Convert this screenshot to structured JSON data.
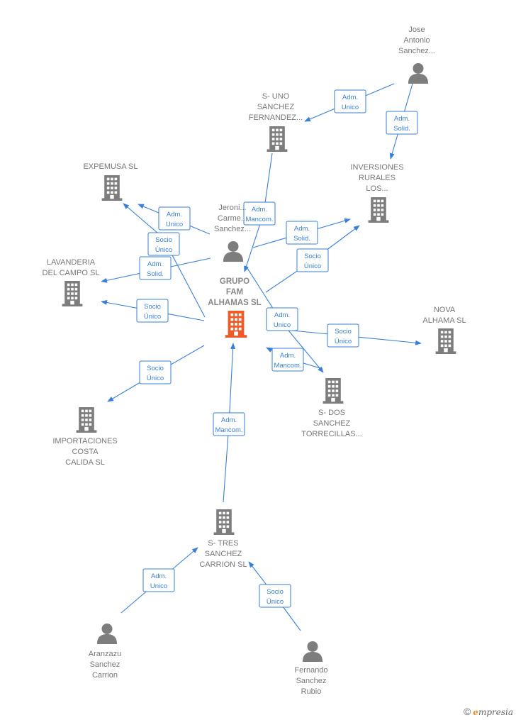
{
  "colors": {
    "edge": "#3a7fd5",
    "company": "#7d7d7d",
    "main_company": "#f05a28",
    "person": "#7d7d7d",
    "label": "#777777"
  },
  "nodes": [
    {
      "id": "grupo",
      "type": "company-main",
      "label": [
        "GRUPO",
        "FAM",
        "ALHAMAS  SL"
      ]
    },
    {
      "id": "jeronimo",
      "type": "person",
      "label": [
        "Jeroni...",
        "Carme...",
        "Sanchez..."
      ]
    },
    {
      "id": "jose",
      "type": "person",
      "label": [
        "Jose",
        "Antonio",
        "Sanchez..."
      ]
    },
    {
      "id": "suno",
      "type": "company",
      "label": [
        "S- UNO",
        "SANCHEZ",
        "FERNANDEZ..."
      ]
    },
    {
      "id": "inversiones",
      "type": "company",
      "label": [
        "INVERSIONES",
        "RURALES",
        "LOS..."
      ]
    },
    {
      "id": "expemusa",
      "type": "company",
      "label": [
        "EXPEMUSA SL"
      ]
    },
    {
      "id": "lavanderia",
      "type": "company",
      "label": [
        "LAVANDERIA",
        "DEL CAMPO SL"
      ]
    },
    {
      "id": "nova",
      "type": "company",
      "label": [
        "NOVA",
        "ALHAMA  SL"
      ]
    },
    {
      "id": "sdos",
      "type": "company",
      "label": [
        "S- DOS",
        "SANCHEZ",
        "TORRECILLAS..."
      ]
    },
    {
      "id": "importaciones",
      "type": "company",
      "label": [
        "IMPORTACIONES",
        "COSTA",
        "CALIDA SL"
      ]
    },
    {
      "id": "stres",
      "type": "company",
      "label": [
        "S- TRES",
        "SANCHEZ",
        "CARRION  SL"
      ]
    },
    {
      "id": "aranzazu",
      "type": "person",
      "label": [
        "Aranzazu",
        "Sanchez",
        "Carrion"
      ]
    },
    {
      "id": "fernando",
      "type": "person",
      "label": [
        "Fernando",
        "Sanchez",
        "Rubio"
      ]
    }
  ],
  "edges": [
    {
      "id": "e1",
      "from": "jose",
      "to": "suno",
      "label": [
        "Adm.",
        "Unico"
      ]
    },
    {
      "id": "e2",
      "from": "jose",
      "to": "inversiones",
      "label": [
        "Adm.",
        "Solid."
      ]
    },
    {
      "id": "e3",
      "from": "suno",
      "to": "grupo",
      "label": [
        "Adm.",
        "Mancom."
      ]
    },
    {
      "id": "e4",
      "from": "jeronimo",
      "to": "expemusa",
      "label": [
        "Adm.",
        "Unico"
      ]
    },
    {
      "id": "e5",
      "from": "grupo",
      "to": "expemusa",
      "label": [
        "Socio",
        "Único"
      ]
    },
    {
      "id": "e6",
      "from": "jeronimo",
      "to": "lavanderia",
      "label": [
        "Adm.",
        "Solid."
      ]
    },
    {
      "id": "e7",
      "from": "jeronimo",
      "to": "inversiones",
      "label": [
        "Adm.",
        "Solid."
      ]
    },
    {
      "id": "e8",
      "from": "grupo",
      "to": "inversiones",
      "label": [
        "Socio",
        "Único"
      ]
    },
    {
      "id": "e9",
      "from": "grupo",
      "to": "lavanderia",
      "label": [
        "Socio",
        "Único"
      ]
    },
    {
      "id": "e10",
      "from": "jeronimo",
      "to": "sdos",
      "label": [
        "Adm.",
        "Unico"
      ]
    },
    {
      "id": "e11",
      "from": "grupo",
      "to": "nova",
      "label": [
        "Socio",
        "Único"
      ]
    },
    {
      "id": "e12",
      "from": "sdos",
      "to": "grupo",
      "label": [
        "Adm.",
        "Mancom."
      ]
    },
    {
      "id": "e13",
      "from": "grupo",
      "to": "importaciones",
      "label": [
        "Socio",
        "Único"
      ]
    },
    {
      "id": "e14",
      "from": "stres",
      "to": "grupo",
      "label": [
        "Adm.",
        "Mancom."
      ]
    },
    {
      "id": "e15",
      "from": "aranzazu",
      "to": "stres",
      "label": [
        "Adm.",
        "Unico"
      ]
    },
    {
      "id": "e16",
      "from": "fernando",
      "to": "stres",
      "label": [
        "Socio",
        "Único"
      ]
    }
  ],
  "brand": {
    "copyright": "©",
    "initial": "e",
    "rest": "mpresia"
  }
}
